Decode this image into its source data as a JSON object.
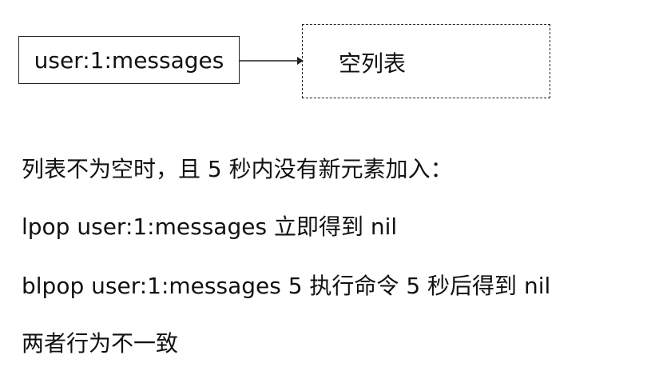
{
  "diagram": {
    "key_label": "user:1:messages",
    "list_label": "空列表"
  },
  "notes": {
    "line1": "列表不为空时，且 5 秒内没有新元素加入：",
    "line2": "lpop user:1:messages 立即得到 nil",
    "line3": "blpop user:1:messages 5 执行命令 5 秒后得到 nil",
    "line4": "两者行为不一致"
  }
}
